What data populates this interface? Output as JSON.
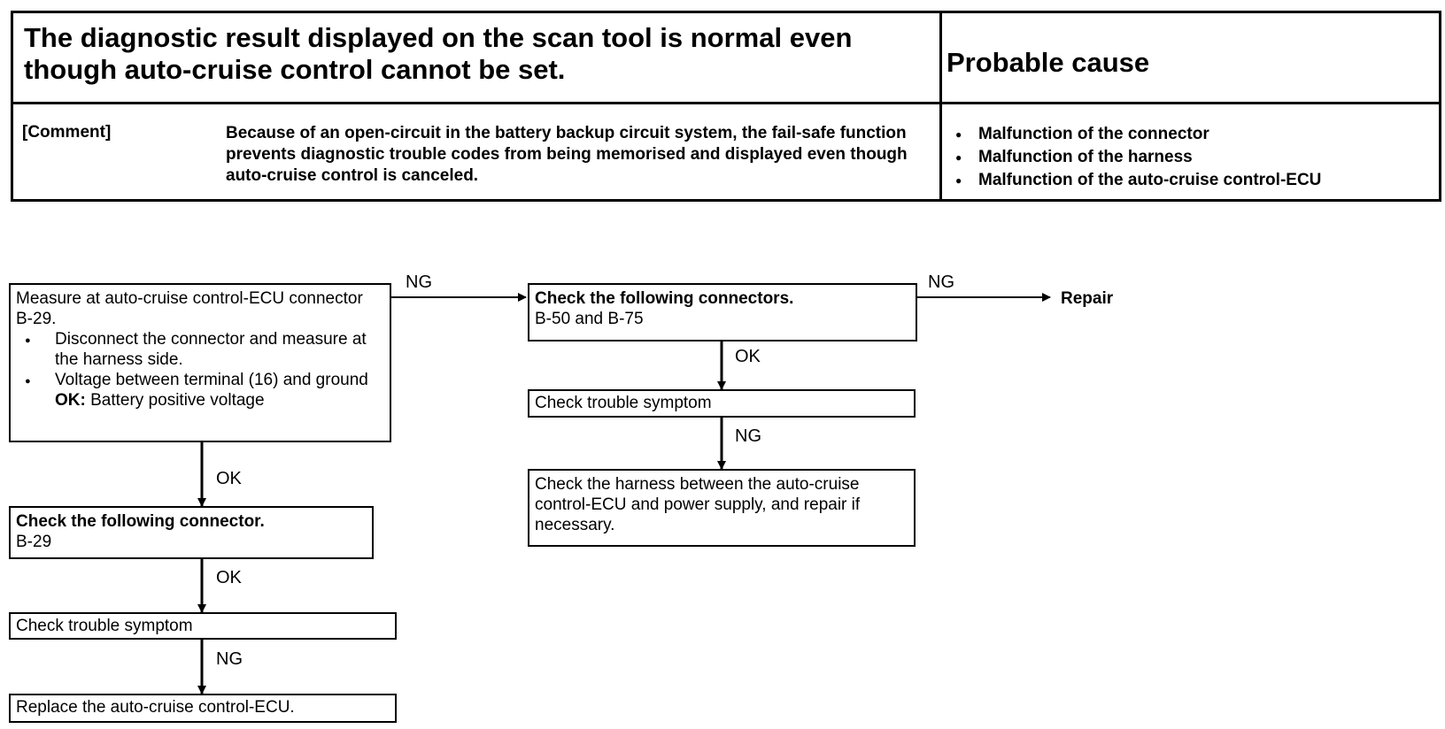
{
  "header": {
    "title": "The diagnostic result displayed on the scan tool is normal even though auto-cruise control cannot be set.",
    "cause_heading": "Probable cause",
    "comment_label": "[Comment]",
    "comment_text": "Because of an open-circuit in the battery backup circuit system, the fail-safe function prevents diagnostic trouble codes from being memorised and displayed even though auto-cruise control is canceled.",
    "causes": [
      "Malfunction of the connector",
      "Malfunction of the harness",
      "Malfunction of the auto-cruise control-ECU"
    ]
  },
  "flow": {
    "measure": {
      "intro": "Measure at auto-cruise control-ECU connector B-29.",
      "bullets": [
        "Disconnect the connector and measure at the harness side.",
        "Voltage between terminal (16) and ground"
      ],
      "ok_label": "OK:",
      "ok_value": "Battery positive voltage"
    },
    "check_connector": {
      "title": "Check the following connector.",
      "detail": "B-29"
    },
    "check_symptom_left": "Check trouble symptom",
    "replace_ecu": "Replace the auto-cruise control-ECU.",
    "check_connectors": {
      "title": "Check the following connectors.",
      "detail": "B-50 and B-75"
    },
    "check_symptom_right": "Check trouble symptom",
    "check_harness": "Check the harness between the auto-cruise control-ECU and power supply, and repair if necessary.",
    "repair": "Repair",
    "labels": {
      "measure_ng": "NG",
      "measure_ok": "OK",
      "connector_ok": "OK",
      "symptom_left_ng": "NG",
      "connectors_ng": "NG",
      "connectors_ok": "OK",
      "symptom_right_ng": "NG"
    }
  }
}
